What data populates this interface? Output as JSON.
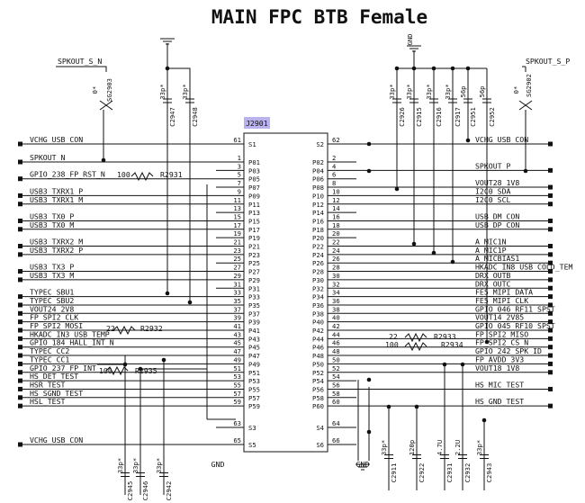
{
  "title": "MAIN FPC BTB Female",
  "connector": {
    "refdes": "J2901"
  },
  "labels": {
    "gnd": "GND",
    "spkout_n": "SPKOUT_S_N",
    "spkout_p": "SPKOUT_S_P",
    "sg_left": "SG2903",
    "sg_right": "SG2902",
    "sg_val": "0*"
  },
  "left_pins": [
    {
      "pin": "61",
      "name": "S1",
      "net": "VCHG_USB_CON"
    },
    {
      "pin": "1",
      "name": "P01",
      "net": "SPKOUT_N"
    },
    {
      "pin": "3",
      "name": "P03",
      "net": ""
    },
    {
      "pin": "5",
      "name": "P05",
      "net": "GPIO_238_FP_RST_N"
    },
    {
      "pin": "7",
      "name": "P07",
      "net": ""
    },
    {
      "pin": "9",
      "name": "P09",
      "net": "USB3_TXRX1_P"
    },
    {
      "pin": "11",
      "name": "P11",
      "net": "USB3_TXRX1_M"
    },
    {
      "pin": "13",
      "name": "P13",
      "net": ""
    },
    {
      "pin": "15",
      "name": "P15",
      "net": "USB3_TX0_P"
    },
    {
      "pin": "17",
      "name": "P17",
      "net": "USB3_TX0_M"
    },
    {
      "pin": "19",
      "name": "P19",
      "net": ""
    },
    {
      "pin": "21",
      "name": "P21",
      "net": "USB3_TXRX2_M"
    },
    {
      "pin": "23",
      "name": "P23",
      "net": "USB3_TXRX2_P"
    },
    {
      "pin": "25",
      "name": "P25",
      "net": ""
    },
    {
      "pin": "27",
      "name": "P27",
      "net": "USB3_TX3_P"
    },
    {
      "pin": "29",
      "name": "P29",
      "net": "USB3_TX3_M"
    },
    {
      "pin": "31",
      "name": "P31",
      "net": ""
    },
    {
      "pin": "33",
      "name": "P33",
      "net": "TYPEC_SBU1"
    },
    {
      "pin": "35",
      "name": "P35",
      "net": "TYPEC_SBU2"
    },
    {
      "pin": "37",
      "name": "P37",
      "net": "VOUT24_2V8"
    },
    {
      "pin": "39",
      "name": "P39",
      "net": "FP_SPI2_CLK"
    },
    {
      "pin": "41",
      "name": "P41",
      "net": "FP_SPI2_MOSI"
    },
    {
      "pin": "43",
      "name": "P43",
      "net": "HKADC_IN3_USB_TEMP"
    },
    {
      "pin": "45",
      "name": "P45",
      "net": "GPIO_184_HALL_INT_N"
    },
    {
      "pin": "47",
      "name": "P47",
      "net": "TYPEC_CC2"
    },
    {
      "pin": "49",
      "name": "P49",
      "net": "TYPEC_CC1"
    },
    {
      "pin": "51",
      "name": "P51",
      "net": "GPIO_237_FP_INT"
    },
    {
      "pin": "53",
      "name": "P53",
      "net": "HS_DET_TEST"
    },
    {
      "pin": "55",
      "name": "P55",
      "net": "HSR_TEST"
    },
    {
      "pin": "57",
      "name": "P57",
      "net": "HS_SGND_TEST"
    },
    {
      "pin": "59",
      "name": "P59",
      "net": "HSL_TEST"
    },
    {
      "pin": "63",
      "name": "S3",
      "net": ""
    },
    {
      "pin": "65",
      "name": "S5",
      "net": "VCHG_USB_CON"
    }
  ],
  "right_pins": [
    {
      "pin": "62",
      "name": "S2",
      "net": "VCHG_USB_CON"
    },
    {
      "pin": "2",
      "name": "P02",
      "net": ""
    },
    {
      "pin": "4",
      "name": "P04",
      "net": "SPKOUT_P"
    },
    {
      "pin": "6",
      "name": "P06",
      "net": ""
    },
    {
      "pin": "8",
      "name": "P08",
      "net": "VOUT28_1V8"
    },
    {
      "pin": "10",
      "name": "P10",
      "net": "I2C0_SDA"
    },
    {
      "pin": "12",
      "name": "P12",
      "net": "I2C0_SCL"
    },
    {
      "pin": "14",
      "name": "P14",
      "net": ""
    },
    {
      "pin": "16",
      "name": "P16",
      "net": "USB_DM_CON"
    },
    {
      "pin": "18",
      "name": "P18",
      "net": "USB_DP_CON"
    },
    {
      "pin": "20",
      "name": "P20",
      "net": ""
    },
    {
      "pin": "22",
      "name": "P22",
      "net": "A_MIC1N"
    },
    {
      "pin": "24",
      "name": "P24",
      "net": "A_MIC1P"
    },
    {
      "pin": "26",
      "name": "P26",
      "net": "A_MICBIAS1"
    },
    {
      "pin": "28",
      "name": "P28",
      "net": "HKADC_IN8_USB_COLD_TEM"
    },
    {
      "pin": "30",
      "name": "P30",
      "net": "DRX_OUTB"
    },
    {
      "pin": "32",
      "name": "P32",
      "net": "DRX_OUTC"
    },
    {
      "pin": "34",
      "name": "P34",
      "net": "FE5_MIPI_DATA"
    },
    {
      "pin": "36",
      "name": "P36",
      "net": "FE5_MIPI_CLK"
    },
    {
      "pin": "38",
      "name": "P38",
      "net": "GPIO_046_RF11_SPST"
    },
    {
      "pin": "40",
      "name": "P40",
      "net": "VOUT14_2V85"
    },
    {
      "pin": "42",
      "name": "P42",
      "net": "GPIO_045_RF10_SPST"
    },
    {
      "pin": "44",
      "name": "P44",
      "net": "FP_SPI2_MISO"
    },
    {
      "pin": "46",
      "name": "P46",
      "net": "FP_SPI2_CS_N"
    },
    {
      "pin": "48",
      "name": "P48",
      "net": "GPIO_242_SPK_ID"
    },
    {
      "pin": "50",
      "name": "P50",
      "net": "FP_AVDD_3V3"
    },
    {
      "pin": "52",
      "name": "P52",
      "net": "VOUT18_1V8"
    },
    {
      "pin": "54",
      "name": "P54",
      "net": ""
    },
    {
      "pin": "56",
      "name": "P56",
      "net": "HS_MIC_TEST"
    },
    {
      "pin": "58",
      "name": "P58",
      "net": ""
    },
    {
      "pin": "60",
      "name": "P60",
      "net": "HS_GND_TEST"
    },
    {
      "pin": "64",
      "name": "S4",
      "net": ""
    },
    {
      "pin": "66",
      "name": "S6",
      "net": ""
    }
  ],
  "resistors": [
    {
      "ref": "R2931",
      "value": "100"
    },
    {
      "ref": "R2932",
      "value": "22"
    },
    {
      "ref": "R2935",
      "value": "100"
    },
    {
      "ref": "R2933",
      "value": "22"
    },
    {
      "ref": "R2934",
      "value": "100"
    }
  ],
  "capacitors_top_left": [
    {
      "ref": "C2947",
      "value": "33p*"
    },
    {
      "ref": "C2948",
      "value": "33p*"
    }
  ],
  "capacitors_top_right": [
    {
      "ref": "C2926",
      "value": "33p*"
    },
    {
      "ref": "C2915",
      "value": "33p*"
    },
    {
      "ref": "C2916",
      "value": "33p*"
    },
    {
      "ref": "C2917",
      "value": "33p*"
    },
    {
      "ref": "C2951",
      "value": "56p"
    },
    {
      "ref": "C2952",
      "value": "56p"
    }
  ],
  "capacitors_bottom_left": [
    {
      "ref": "C2945",
      "value": "33p*"
    },
    {
      "ref": "C2946",
      "value": "33p*"
    },
    {
      "ref": "C2942",
      "value": "33p*"
    }
  ],
  "capacitors_bottom_right": [
    {
      "ref": "C2911",
      "value": "33p*"
    },
    {
      "ref": "C2922",
      "value": "120p"
    },
    {
      "ref": "C2931",
      "value": "4.7U"
    },
    {
      "ref": "C2932",
      "value": "2.2U"
    },
    {
      "ref": "C2943",
      "value": "33p*"
    }
  ]
}
